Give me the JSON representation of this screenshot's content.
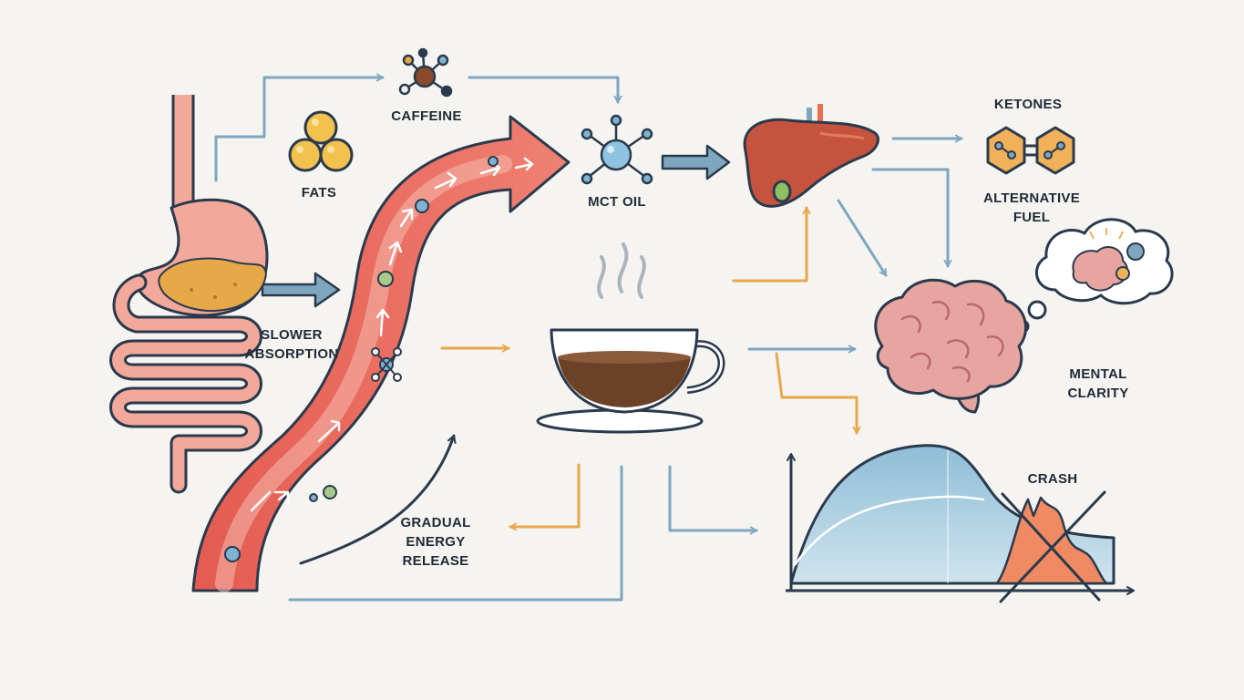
{
  "labels": {
    "caffeine": "CAFFEINE",
    "fats": "FATS",
    "mct_oil": "MCT OIL",
    "ketones": "KETONES",
    "alternative_fuel": [
      "ALTERNATIVE",
      "FUEL"
    ],
    "slower_absorption": [
      "SLOWER",
      "ABSORPTION"
    ],
    "mental_clarity": [
      "MENTAL",
      "CLARITY"
    ],
    "gradual_energy_release": [
      "GRADUAL",
      "ENERGY",
      "RELEASE"
    ],
    "crash": "CRASH"
  },
  "colors": {
    "outline": "#2a3a4c",
    "flow_blue": "#7ea6bf",
    "flow_orange": "#e8a74a",
    "stream_red": "#e7675a",
    "stream_pink": "#f2a89a",
    "liver": "#c5533e",
    "brain": "#e7a5a0",
    "ketone_hex": "#f0b15a",
    "coffee": "#6b4128",
    "energy_curve": "#a9cde0",
    "crash_curve": "#ef8a62",
    "background": "#f5f4f0"
  },
  "icons": [
    "molecule-icon",
    "fat-droplets-icon",
    "stomach-icon",
    "intestine-icon",
    "liver-icon",
    "ketone-hex-icon",
    "brain-icon",
    "thought-cloud-icon",
    "gear-icon",
    "coffee-cup-icon",
    "steam-icon"
  ]
}
